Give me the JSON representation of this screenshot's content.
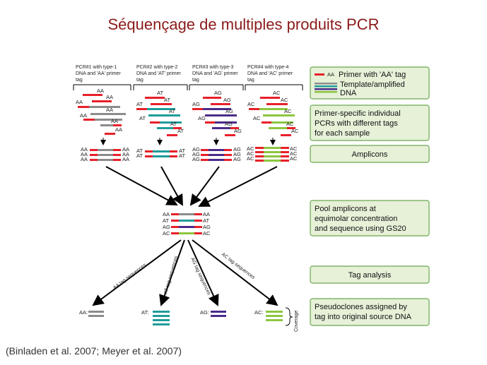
{
  "title": "Séquençage de multiples produits PCR",
  "citation": "(Binladen et al. 2007; Meyer et al. 2007)",
  "colors": {
    "red": "#e8202a",
    "gray": "#8c8c8c",
    "teal": "#1f9d9a",
    "purple": "#4a2c8a",
    "green": "#8cc63f",
    "boxfill": "#e6f1d8",
    "boxborder": "#6aa84f"
  },
  "pcr_panels": [
    {
      "l1": "PCR#1 with type-1",
      "l2": "DNA and 'AA' primer",
      "l3": "tag",
      "tag": "AA"
    },
    {
      "l1": "PCR#2 with type-2",
      "l2": "DNA and 'AT' primer",
      "l3": "tag",
      "tag": "AT"
    },
    {
      "l1": "PCR#3 with type-3",
      "l2": "DNA and 'AG' primer",
      "l3": "tag",
      "tag": "AG"
    },
    {
      "l1": "PCR#4 with type-4",
      "l2": "DNA and 'AC' primer",
      "l3": "tag",
      "tag": "AC"
    }
  ],
  "legend": {
    "primer_tag": "AA",
    "primer_label": "Primer with 'AA' tag",
    "template_l1": "Template/amplified",
    "template_l2": "DNA"
  },
  "boxes": {
    "b1": [
      "Primer-specific individual",
      "PCRs with different tags",
      "for each sample"
    ],
    "b2": [
      "Amplicons"
    ],
    "b3": [
      "Pool amplicons at",
      "equimolar concentration",
      "and sequence using GS20"
    ],
    "b4": [
      "Tag analysis"
    ],
    "b5": [
      "Pseudoclones assigned by",
      "tag into original source DNA"
    ]
  },
  "pool_tags": [
    "AA",
    "AT",
    "AG",
    "AC"
  ],
  "seq_arrows": [
    "AA tag sequences",
    "AT tag sequences",
    "AG tag sequences",
    "AC tag sequences"
  ],
  "clones": [
    "AA:",
    "AT:",
    "AG:",
    "AC:"
  ],
  "coverage": "Coverage"
}
